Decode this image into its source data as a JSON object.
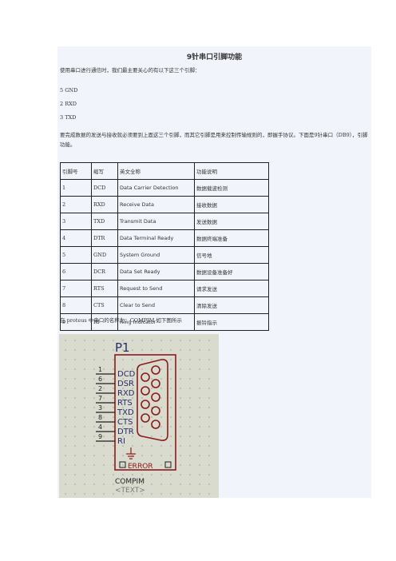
{
  "title": "9针串口引脚功能",
  "intro": "使用串口进行通信时，我们最主要关心的有以下这三个引脚：",
  "key_pins": [
    "5  GND",
    "2  RXD",
    "3  TXD"
  ],
  "paragraph": "要完成数据的发送与接收就必须要到上面这三个引脚，而其它引脚是用来控制传输规则的，即握手协议。下面是9针串口（DB9），引脚功能。",
  "table": {
    "headers": [
      "引脚号",
      "缩写",
      "英文全称",
      "功能说明"
    ],
    "rows": [
      [
        "1",
        "DCD",
        "Data Carrier Detection",
        "数据载波检测"
      ],
      [
        "2",
        "RXD",
        "Receive Data",
        "接收数据"
      ],
      [
        "3",
        "TXD",
        "Transmit Data",
        "发送数据"
      ],
      [
        "4",
        "DTR",
        "Data Terminal Ready",
        "数据终端准备"
      ],
      [
        "5",
        "GND",
        "System Ground",
        "信号地"
      ],
      [
        "6",
        "DCR",
        "Data Set Ready",
        "数据设备准备好"
      ],
      [
        "7",
        "RTS",
        "Request to Send",
        "请求发送"
      ],
      [
        "8",
        "CTS",
        "Clear to Send",
        "清除发送"
      ],
      [
        "9",
        "RI",
        "Ring Indicator",
        "振铃指示"
      ]
    ]
  },
  "proteus_line": "在 proteus 中串口的名称为：COMPIM 如下图所示",
  "schematic": {
    "ref": "P1",
    "pin_numbers": [
      "1",
      "6",
      "2",
      "7",
      "3",
      "8",
      "4",
      "9"
    ],
    "pin_labels": [
      "DCD",
      "DSR",
      "RXD",
      "RTS",
      "TXD",
      "CTS",
      "DTR",
      "RI"
    ],
    "error_text": "ERROR",
    "part_name": "COMPIM",
    "text_placeholder": "<TEXT>",
    "colors": {
      "body": "#8b1a1a",
      "pins": "#1f1f1f",
      "text": "#2b2b6b",
      "grid": "#555555",
      "background": "#d8dbcd"
    }
  }
}
